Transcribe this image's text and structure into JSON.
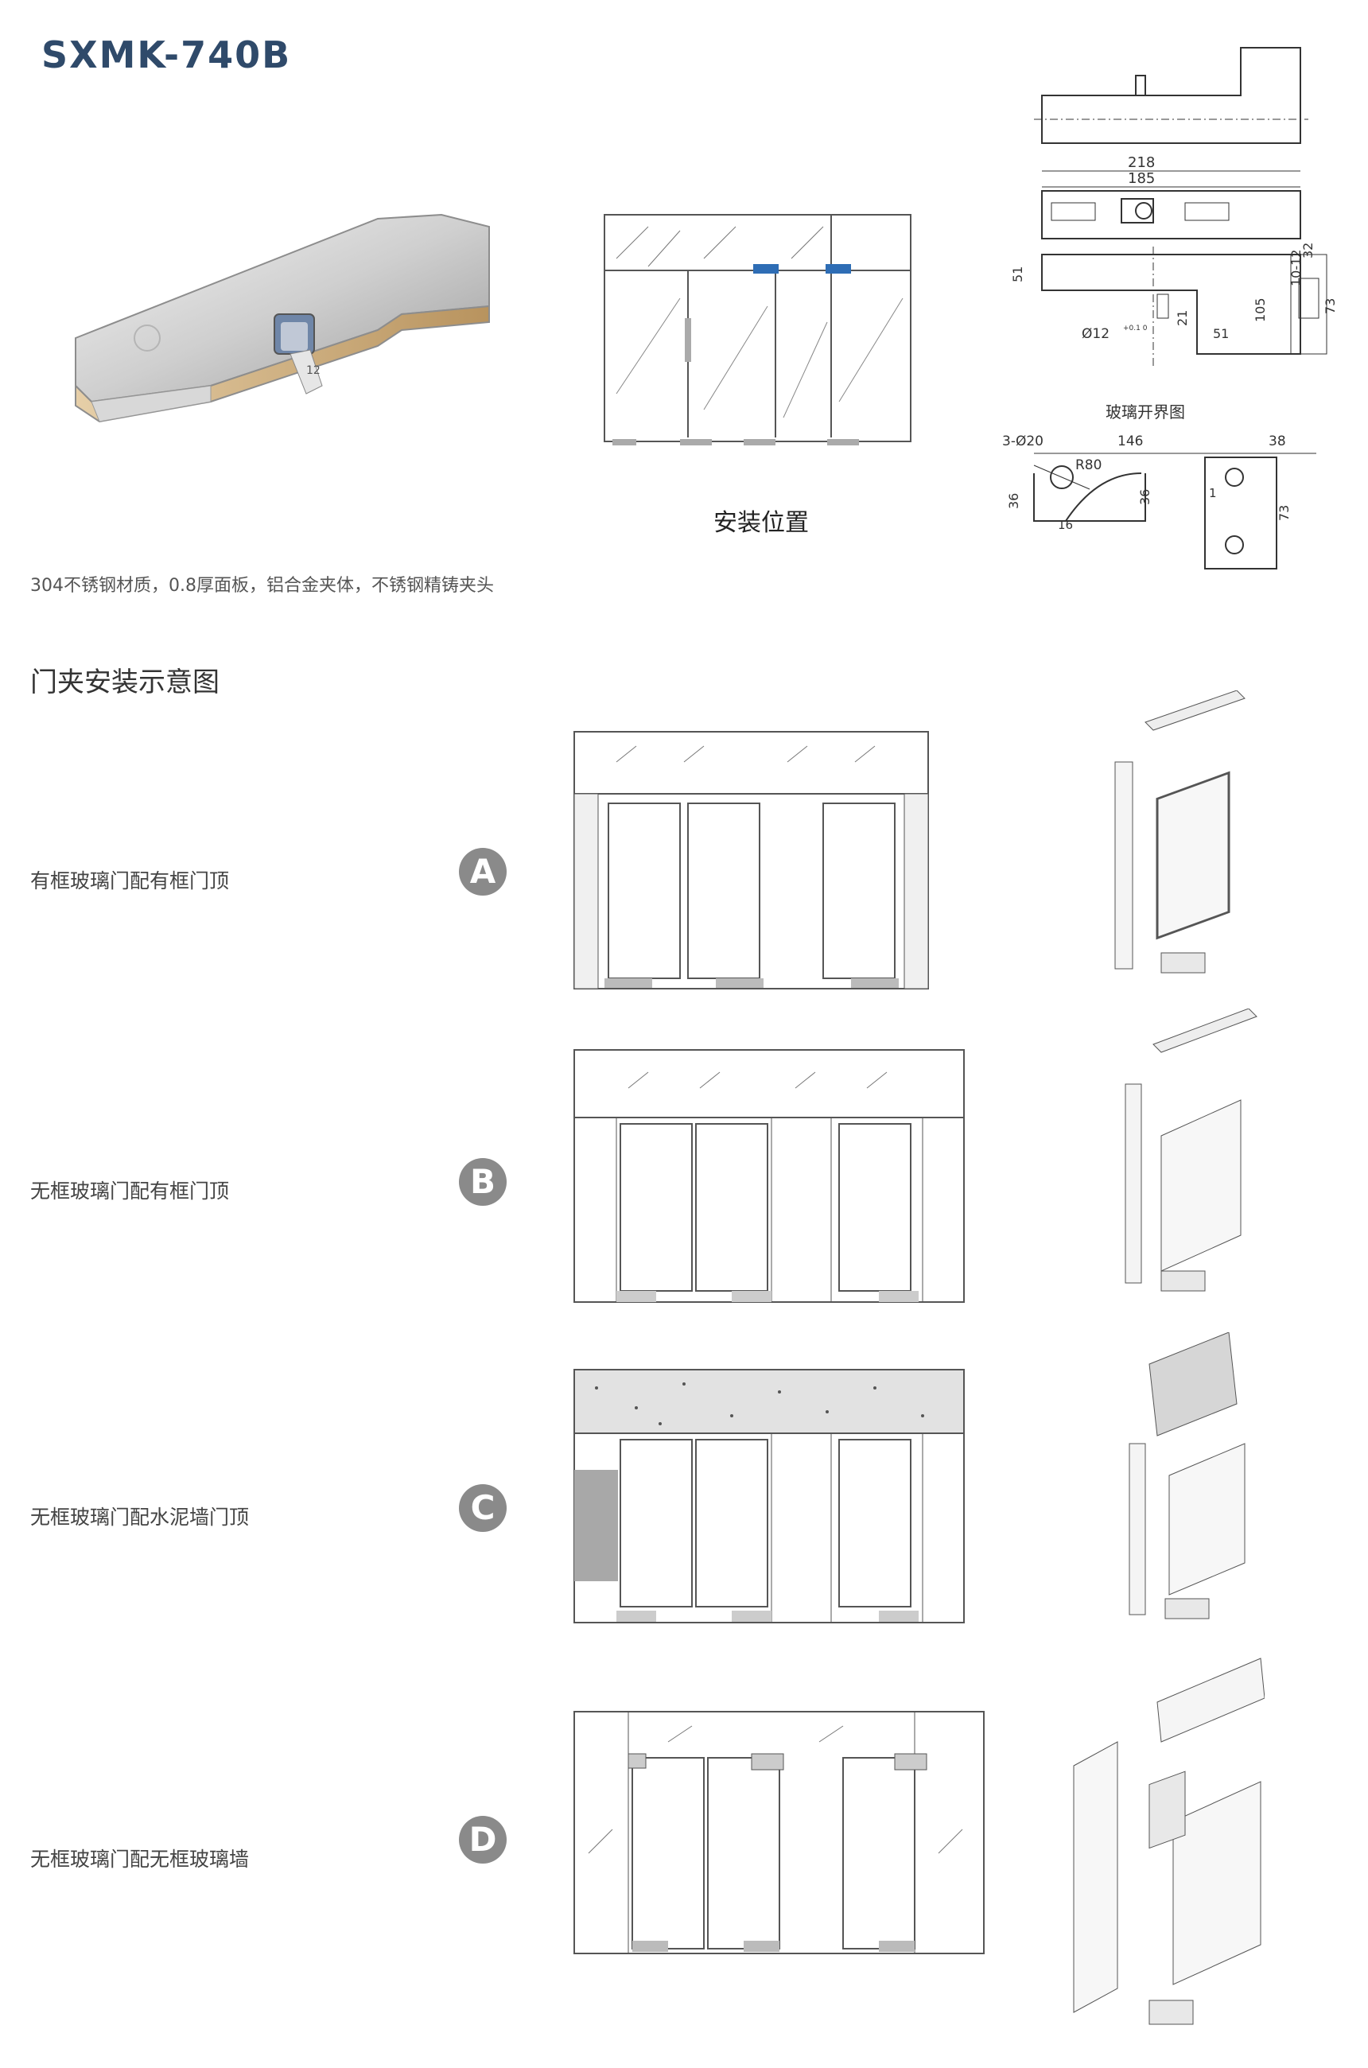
{
  "product": {
    "model": "SXMK-740B",
    "description": "304不锈钢材质，0.8厚面板，铝合金夹体，不锈钢精铸夹头"
  },
  "install_position": {
    "caption": "安装位置"
  },
  "glass_cut": {
    "title": "玻璃开界图"
  },
  "drawing": {
    "dims_top": [
      "218",
      "185",
      "32",
      "10-12"
    ],
    "dims_side": [
      "51",
      "105",
      "21",
      "51",
      "73"
    ],
    "hole": "Ø12",
    "hole_tol": "+0.1 0",
    "handle_tag": "12",
    "cut_dims": [
      "3-Ø20",
      "146",
      "38",
      "R80",
      "36",
      "36",
      "16",
      "1",
      "73"
    ]
  },
  "section": {
    "title": "门夹安装示意图"
  },
  "rows": [
    {
      "badge": "A",
      "label": "有框玻璃门配有框门顶"
    },
    {
      "badge": "B",
      "label": "无框玻璃门配有框门顶"
    },
    {
      "badge": "C",
      "label": "无框玻璃门配水泥墙门顶"
    },
    {
      "badge": "D",
      "label": "无框玻璃门配无框玻璃墙"
    }
  ],
  "colors": {
    "title": "#2f4a6a",
    "badge": "#8a8a8a",
    "accent_clamp": "#2e6db5"
  }
}
